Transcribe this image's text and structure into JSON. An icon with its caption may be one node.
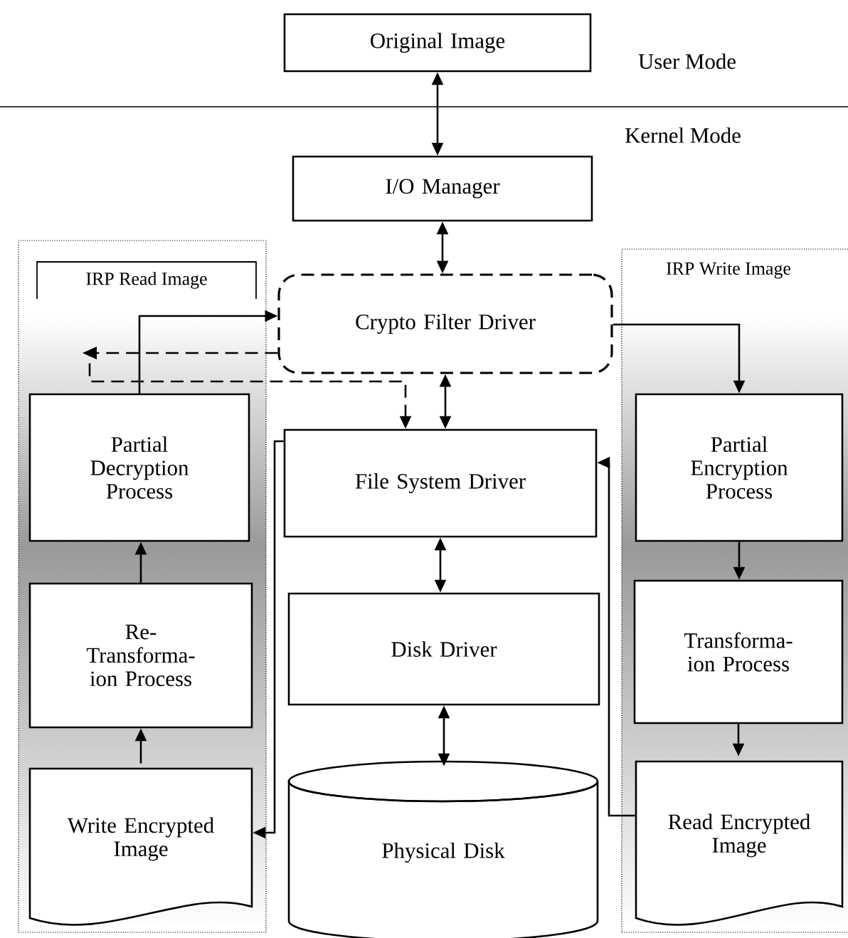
{
  "diagram": {
    "nodes": [
      {
        "text": [
          "Original Image"
        ]
      },
      {
        "text": [
          "I/O Manager"
        ]
      },
      {
        "text": [
          "IRP Read Image"
        ]
      },
      {
        "text": [
          "IRP Write Image"
        ]
      },
      {
        "text": [
          "Crypto Filter Driver"
        ]
      },
      {
        "text": [
          "Partial Decryption Process"
        ],
        "in": 2
      },
      {
        "text": [
          "Re-Transforma-ion Process"
        ],
        "in": 2
      },
      {
        "text": [
          "Write Encrypted Image"
        ],
        "in": 2
      },
      {
        "text": [
          "File System Driver"
        ]
      },
      {
        "text": [
          "Disk Driver"
        ]
      },
      {
        "text": [
          "Physical Disk"
        ]
      },
      {
        "text": [
          "Partial Encryption Process"
        ],
        "in": 3
      },
      {
        "text": [
          "Transforma-ion Process"
        ],
        "in": 3
      },
      {
        "text": [
          "Read Encrypted Image"
        ],
        "in": 3
      }
    ],
    "edges": [
      {
        "from": 0,
        "to": 1,
        "arrow": "both"
      },
      {
        "from": 1,
        "to": 4,
        "arrow": "both"
      },
      {
        "from": 4,
        "to": 8,
        "arrow": "both"
      },
      {
        "from": 8,
        "to": 9,
        "arrow": "both"
      },
      {
        "from": 9,
        "to": 10,
        "arrow": "both"
      },
      {
        "from": 4,
        "to": 11,
        "arrow": "to"
      },
      {
        "from": 11,
        "to": 12,
        "arrow": "to"
      },
      {
        "from": 12,
        "to": 13,
        "arrow": "to"
      },
      {
        "from": 13,
        "to": 8,
        "arrow": "to"
      },
      {
        "from": 8,
        "to": 7,
        "arrow": "to"
      },
      {
        "from": 7,
        "to": 6,
        "arrow": "to"
      },
      {
        "from": 6,
        "to": 5,
        "arrow": "to"
      },
      {
        "from": 5,
        "to": 4,
        "arrow": "to"
      },
      {
        "from": 4,
        "to": 8,
        "arrow": "to",
        "style": "dashed"
      }
    ],
    "labels": [
      "User Mode",
      "Kernel Mode"
    ]
  }
}
